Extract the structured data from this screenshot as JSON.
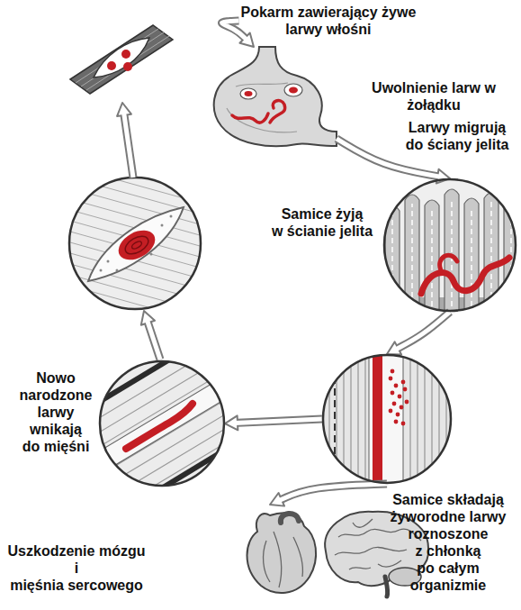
{
  "diagram": {
    "nodes": [
      {
        "text": [
          "Pokarm zawierający żywe larwy włośni"
        ]
      },
      {
        "text": [
          "Uwolnienie larw w żołądku"
        ]
      },
      {
        "text": [
          "Larwy migrują do ściany jelita",
          "Samice żyją w ścianie jelita"
        ]
      },
      {
        "text": [
          "Samice składają żyworodne larwy roznoszone z chłonką po całym organizmie"
        ]
      },
      {
        "text": [
          "Nowo narodzone larwy wnikają do mięśni"
        ]
      },
      {
        "text": [
          "Uszkodzenie mózgu i mięśnia sercowego"
        ]
      }
    ],
    "edges": [
      {
        "from": 0,
        "to": 1,
        "arrow": "to"
      },
      {
        "from": 1,
        "to": 2,
        "arrow": "to"
      },
      {
        "from": 2,
        "to": 3,
        "arrow": "to"
      },
      {
        "from": 3,
        "to": 4,
        "arrow": "to"
      },
      {
        "from": 3,
        "to": 5,
        "arrow": "to"
      }
    ]
  }
}
